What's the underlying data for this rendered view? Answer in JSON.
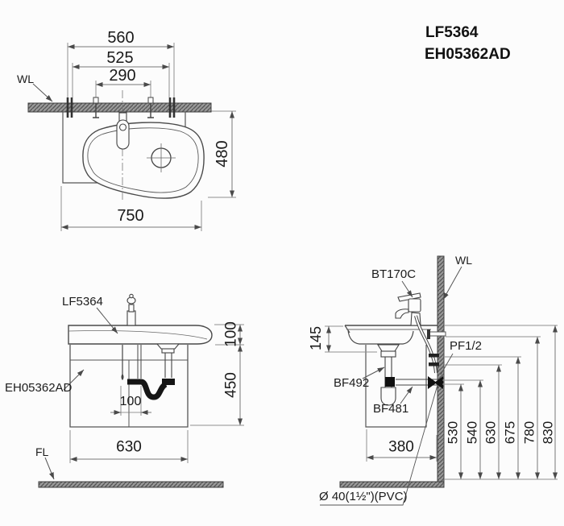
{
  "models": {
    "basin": "LF5364",
    "cabinet": "EH05362AD"
  },
  "labels": {
    "wall": "WL",
    "floor": "FL",
    "faucet": "BT170C",
    "supply": "PF1/2",
    "trap": "BF492",
    "waste_pipe": "BF481",
    "drain_pipe": "Ø 40(1½\")(PVC)"
  },
  "top_view": {
    "mount_width": "560",
    "hole_width": "525",
    "center_holes": "290",
    "depth": "480",
    "total_width": "750"
  },
  "front_view": {
    "basin_height": "100",
    "cabinet_height": "450",
    "pipe_spacing": "100",
    "cabinet_width": "630"
  },
  "side_view": {
    "rim_to_drain": "145",
    "cabinet_depth": "380",
    "heights": [
      "530",
      "540",
      "630",
      "675",
      "780",
      "830"
    ]
  },
  "colors": {
    "object_line": "#474747",
    "dim_line": "#8a8a8a",
    "wall_fill": "#8f8f8f",
    "hatch": "#575757"
  }
}
